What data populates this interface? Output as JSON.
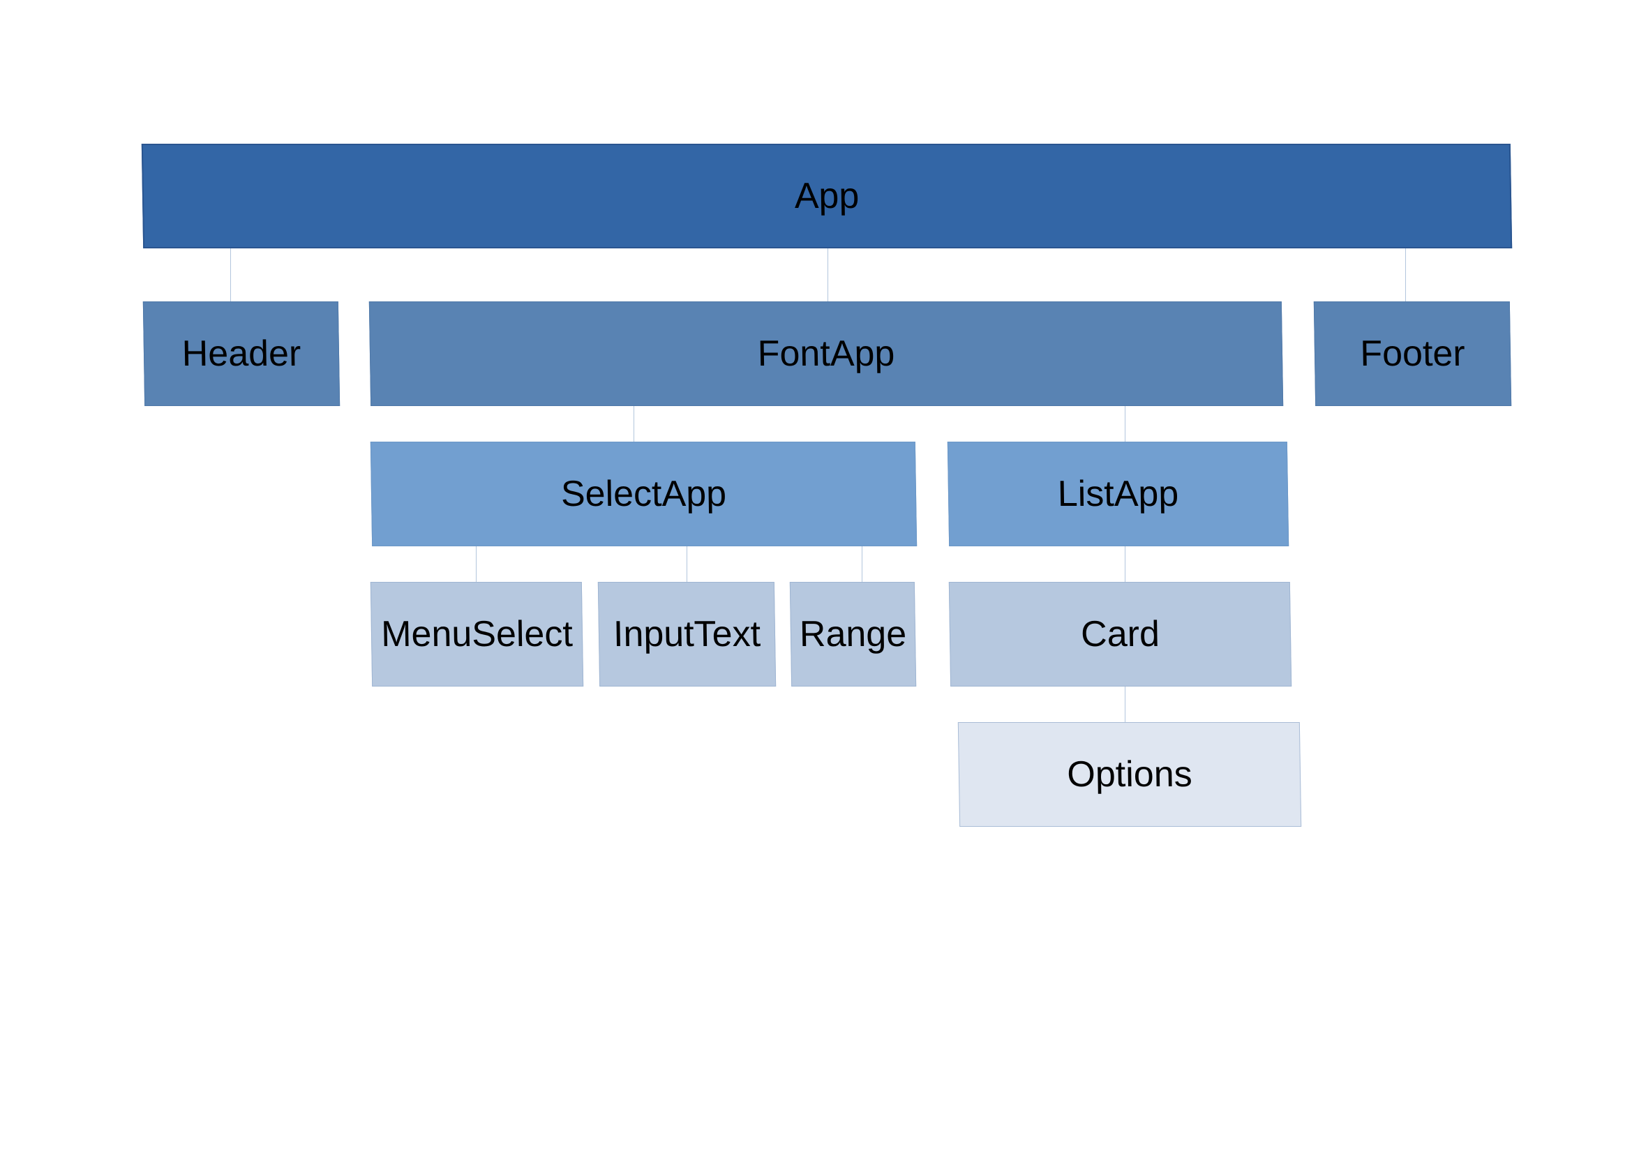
{
  "diagram": {
    "nodes": {
      "app": "App",
      "header": "Header",
      "fontapp": "FontApp",
      "footer": "Footer",
      "selectapp": "SelectApp",
      "listapp": "ListApp",
      "menuselect": "MenuSelect",
      "inputtext": "InputText",
      "range": "Range",
      "card": "Card",
      "options": "Options"
    },
    "edges": [
      [
        "app",
        "header"
      ],
      [
        "app",
        "fontapp"
      ],
      [
        "app",
        "footer"
      ],
      [
        "fontapp",
        "selectapp"
      ],
      [
        "fontapp",
        "listapp"
      ],
      [
        "selectapp",
        "menuselect"
      ],
      [
        "selectapp",
        "inputtext"
      ],
      [
        "selectapp",
        "range"
      ],
      [
        "listapp",
        "card"
      ],
      [
        "card",
        "options"
      ]
    ],
    "colors": {
      "level0": "#3366a6",
      "level1": "#5983b3",
      "level2": "#729fd0",
      "level3": "#b6c8df",
      "level4": "#dfe6f1",
      "connector": "#b3c6dd"
    }
  }
}
